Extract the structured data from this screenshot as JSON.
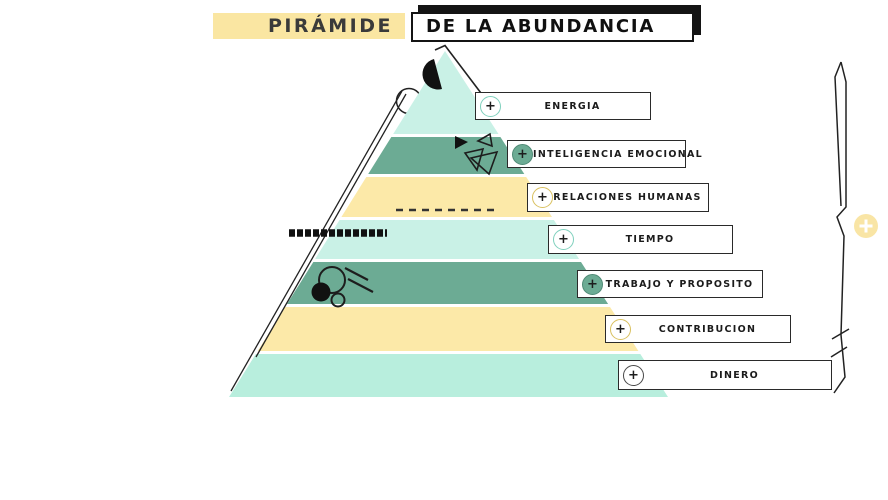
{
  "title": {
    "highlight": "PIRÁMIDE",
    "boxed": "DE LA ABUNDANCIA"
  },
  "icons": {
    "plus": "+",
    "side_badge_plus": "+"
  },
  "colors": {
    "mint": "#c9f1e6",
    "mint_bright": "#b8eedd",
    "green": "#6cab94",
    "yellow": "#fce9a8",
    "title_highlight": "#fae6a2",
    "ink": "#1c1c1c",
    "ring_teal": "#7fd0bd",
    "ring_green": "#4f8a76",
    "ring_yellow": "#d9c05e",
    "ring_dark": "#4a4a4a",
    "badge_yellow": "#f9e4a0",
    "deco_black": "#111111"
  },
  "levels": [
    {
      "label": "ENERGIA",
      "band_color": "mint",
      "ring_style": "teal-outline"
    },
    {
      "label": "INTELIGENCIA EMOCIONAL",
      "band_color": "green",
      "ring_style": "green-filled"
    },
    {
      "label": "RELACIONES HUMANAS",
      "band_color": "yellow",
      "ring_style": "yellow-outline"
    },
    {
      "label": "TIEMPO",
      "band_color": "mint",
      "ring_style": "teal-outline"
    },
    {
      "label": "TRABAJO Y PROPOSITO",
      "band_color": "green",
      "ring_style": "green-filled"
    },
    {
      "label": "CONTRIBUCION",
      "band_color": "yellow",
      "ring_style": "yellow-outline"
    },
    {
      "label": "DINERO",
      "band_color": "mint_bright",
      "ring_style": "dark-outline"
    }
  ]
}
